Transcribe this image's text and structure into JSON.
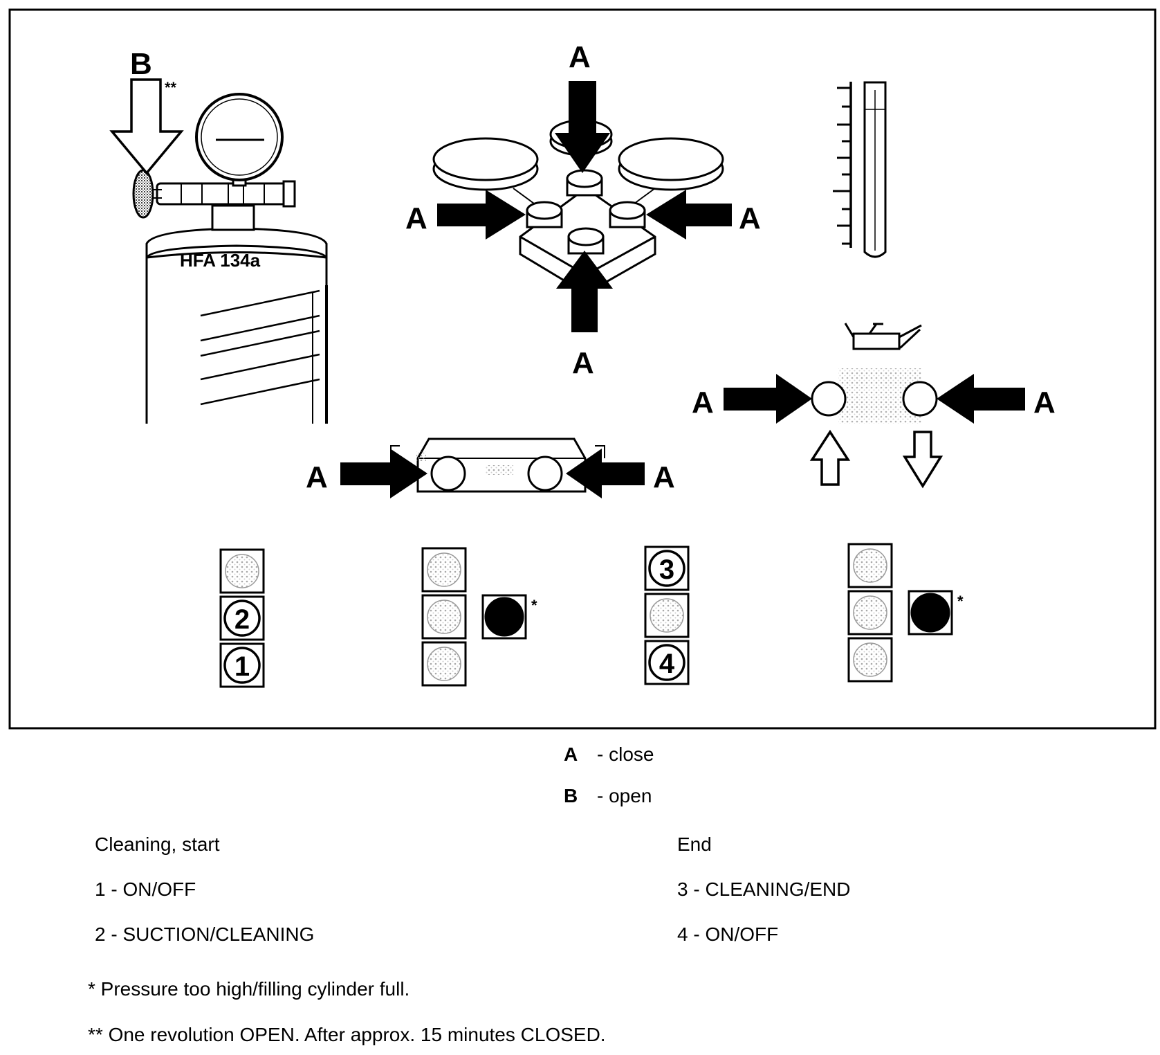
{
  "diagram": {
    "cylinder_label": "HFA 134a",
    "valve_b_label": "B",
    "valve_b_marker": "**",
    "close_marker": "A",
    "button_numbers": [
      "1",
      "2",
      "3",
      "4"
    ],
    "warning_marker": "*"
  },
  "legend": [
    {
      "key": "A",
      "value": "- close"
    },
    {
      "key": "B",
      "value": "- open"
    }
  ],
  "steps": {
    "start_title": "Cleaning, start",
    "start_items": [
      "1 - ON/OFF",
      "2 - SUCTION/CLEANING"
    ],
    "end_title": "End",
    "end_items": [
      "3 - CLEANING/END",
      "4 - ON/OFF"
    ]
  },
  "footnotes": [
    "* Pressure too high/filling cylinder full.",
    "** One revolution OPEN. After approx. 15 minutes CLOSED."
  ],
  "colors": {
    "ink": "#000000",
    "paper": "#ffffff",
    "dots": "#bdbdbd"
  }
}
